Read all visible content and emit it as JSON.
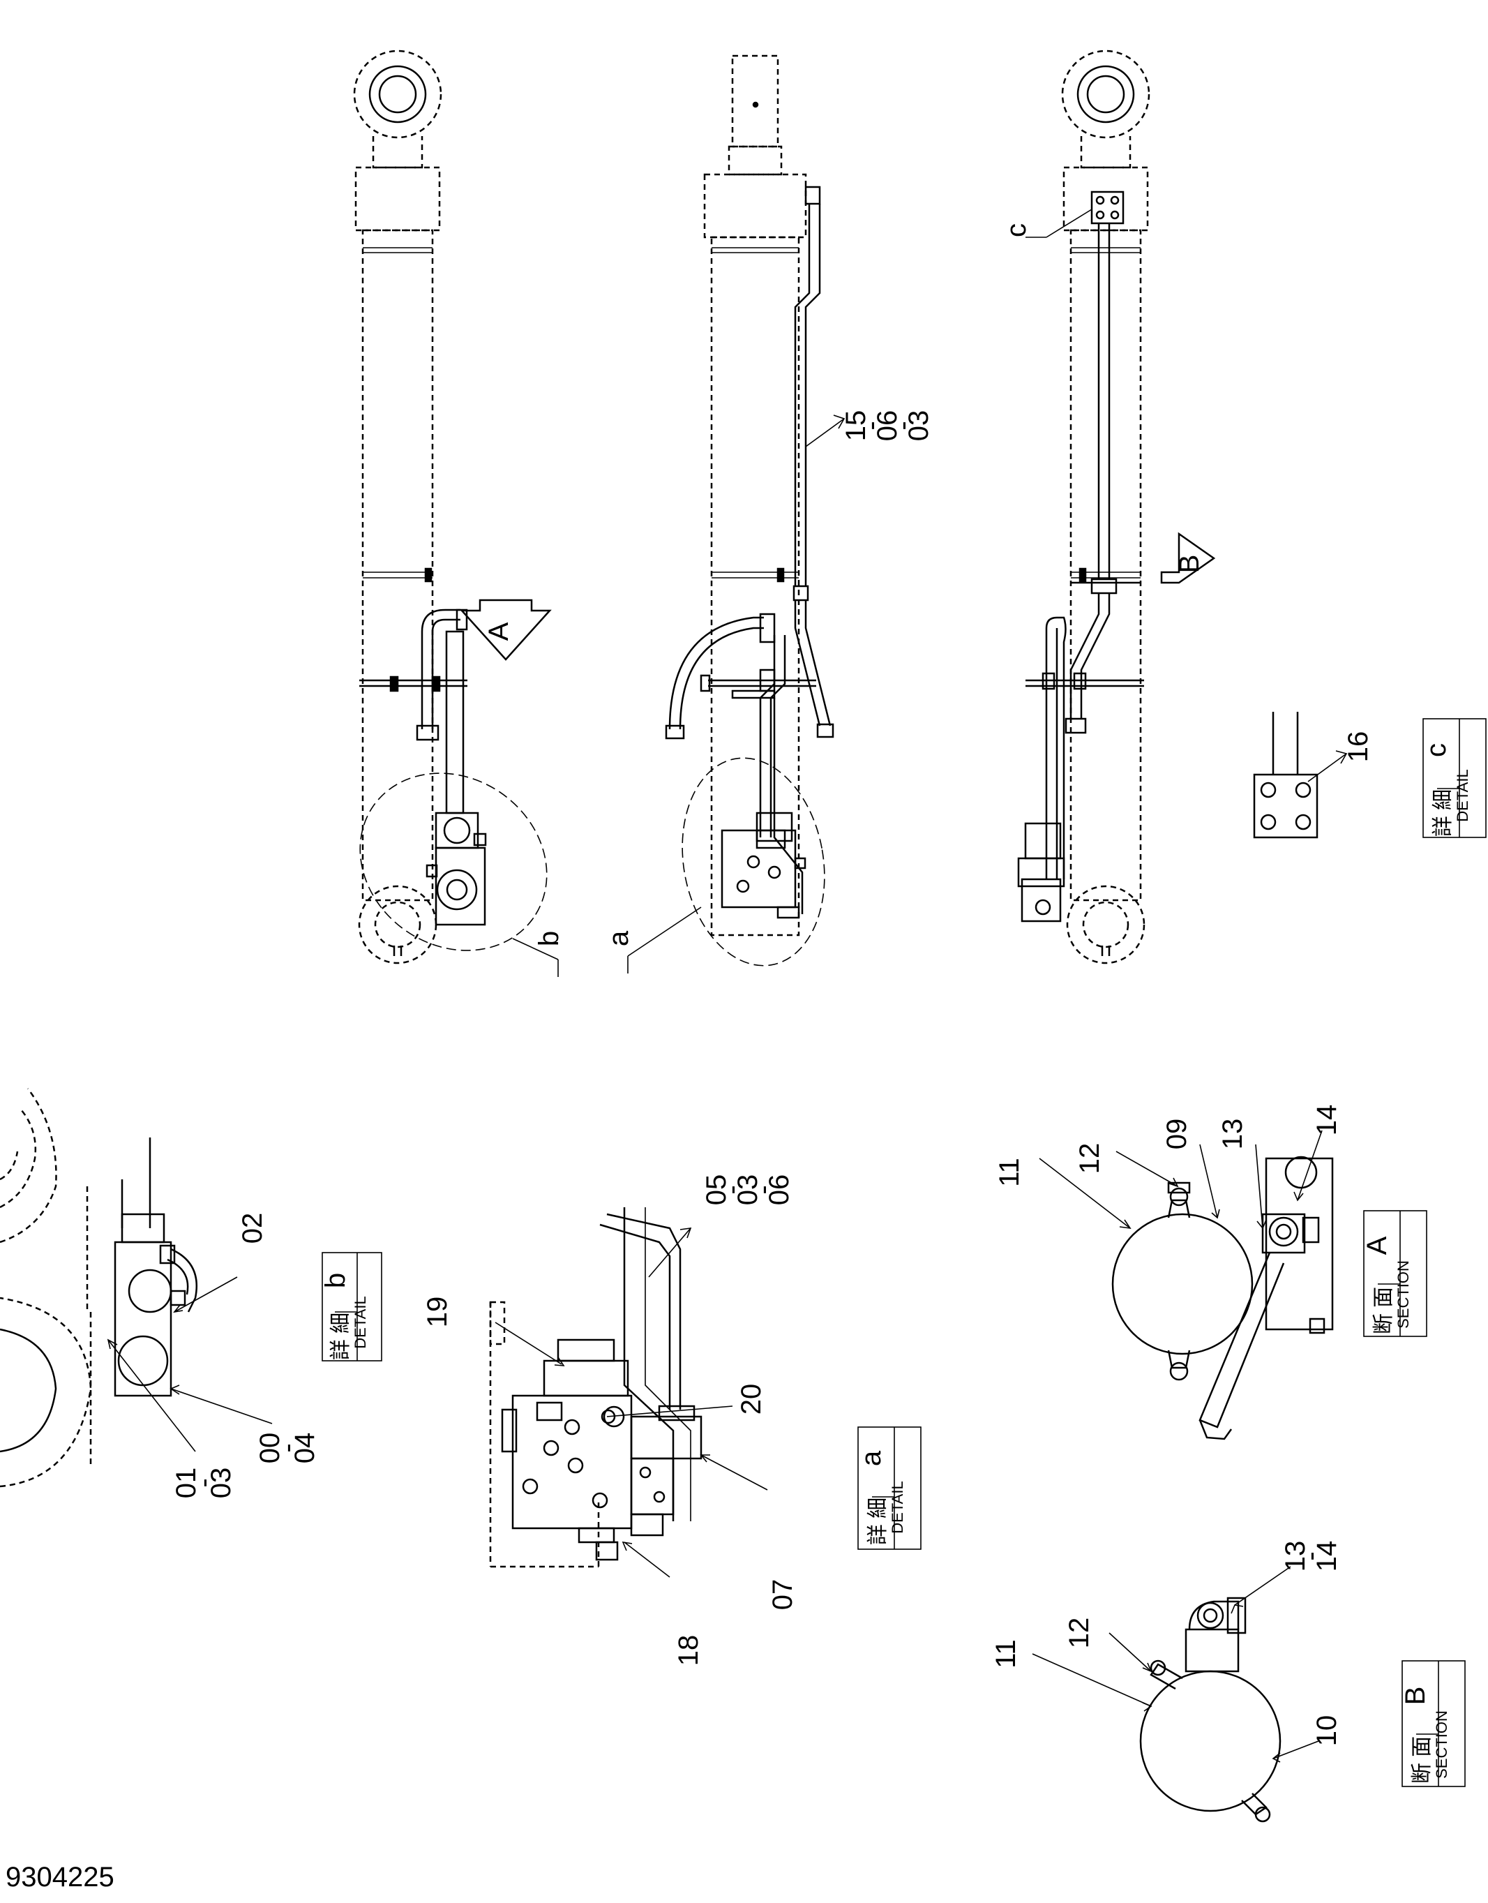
{
  "document": {
    "number": "9304225"
  },
  "views": {
    "main": {
      "arrow_a_label": "A",
      "arrow_b_label": "B",
      "callout_a": "a",
      "callout_b": "b",
      "callout_c": "c",
      "part_15": "15",
      "part_15_sep1": "-",
      "part_06": "06",
      "part_15_sep2": "-",
      "part_03": "03"
    },
    "detail_c": {
      "kanji": "詳 細",
      "label": "DETAIL",
      "letter": "c",
      "part_16": "16"
    },
    "detail_b": {
      "kanji": "詳 細",
      "label": "DETAIL",
      "letter": "b",
      "p02": "02",
      "p00": "00",
      "p00_sep": "-",
      "p04": "04",
      "p01": "01",
      "p01_sep": "-",
      "p03": "03"
    },
    "detail_a": {
      "kanji": "詳 細",
      "label": "DETAIL",
      "letter": "a",
      "p05": "05",
      "p05_sep1": "-",
      "p05_03": "03",
      "p05_sep2": "-",
      "p05_06": "06",
      "p19": "19",
      "p20": "20",
      "p07": "07",
      "p18": "18"
    },
    "section_a": {
      "kanji": "断 面",
      "label": "SECTION",
      "letter": "A",
      "p11": "11",
      "p12": "12",
      "p09": "09",
      "p13": "13",
      "p14": "14"
    },
    "section_b": {
      "kanji": "断 面",
      "label": "SECTION",
      "letter": "B",
      "p11": "11",
      "p12": "12",
      "p13": "13",
      "p13_sep": "-",
      "p14": "14",
      "p10": "10"
    }
  }
}
